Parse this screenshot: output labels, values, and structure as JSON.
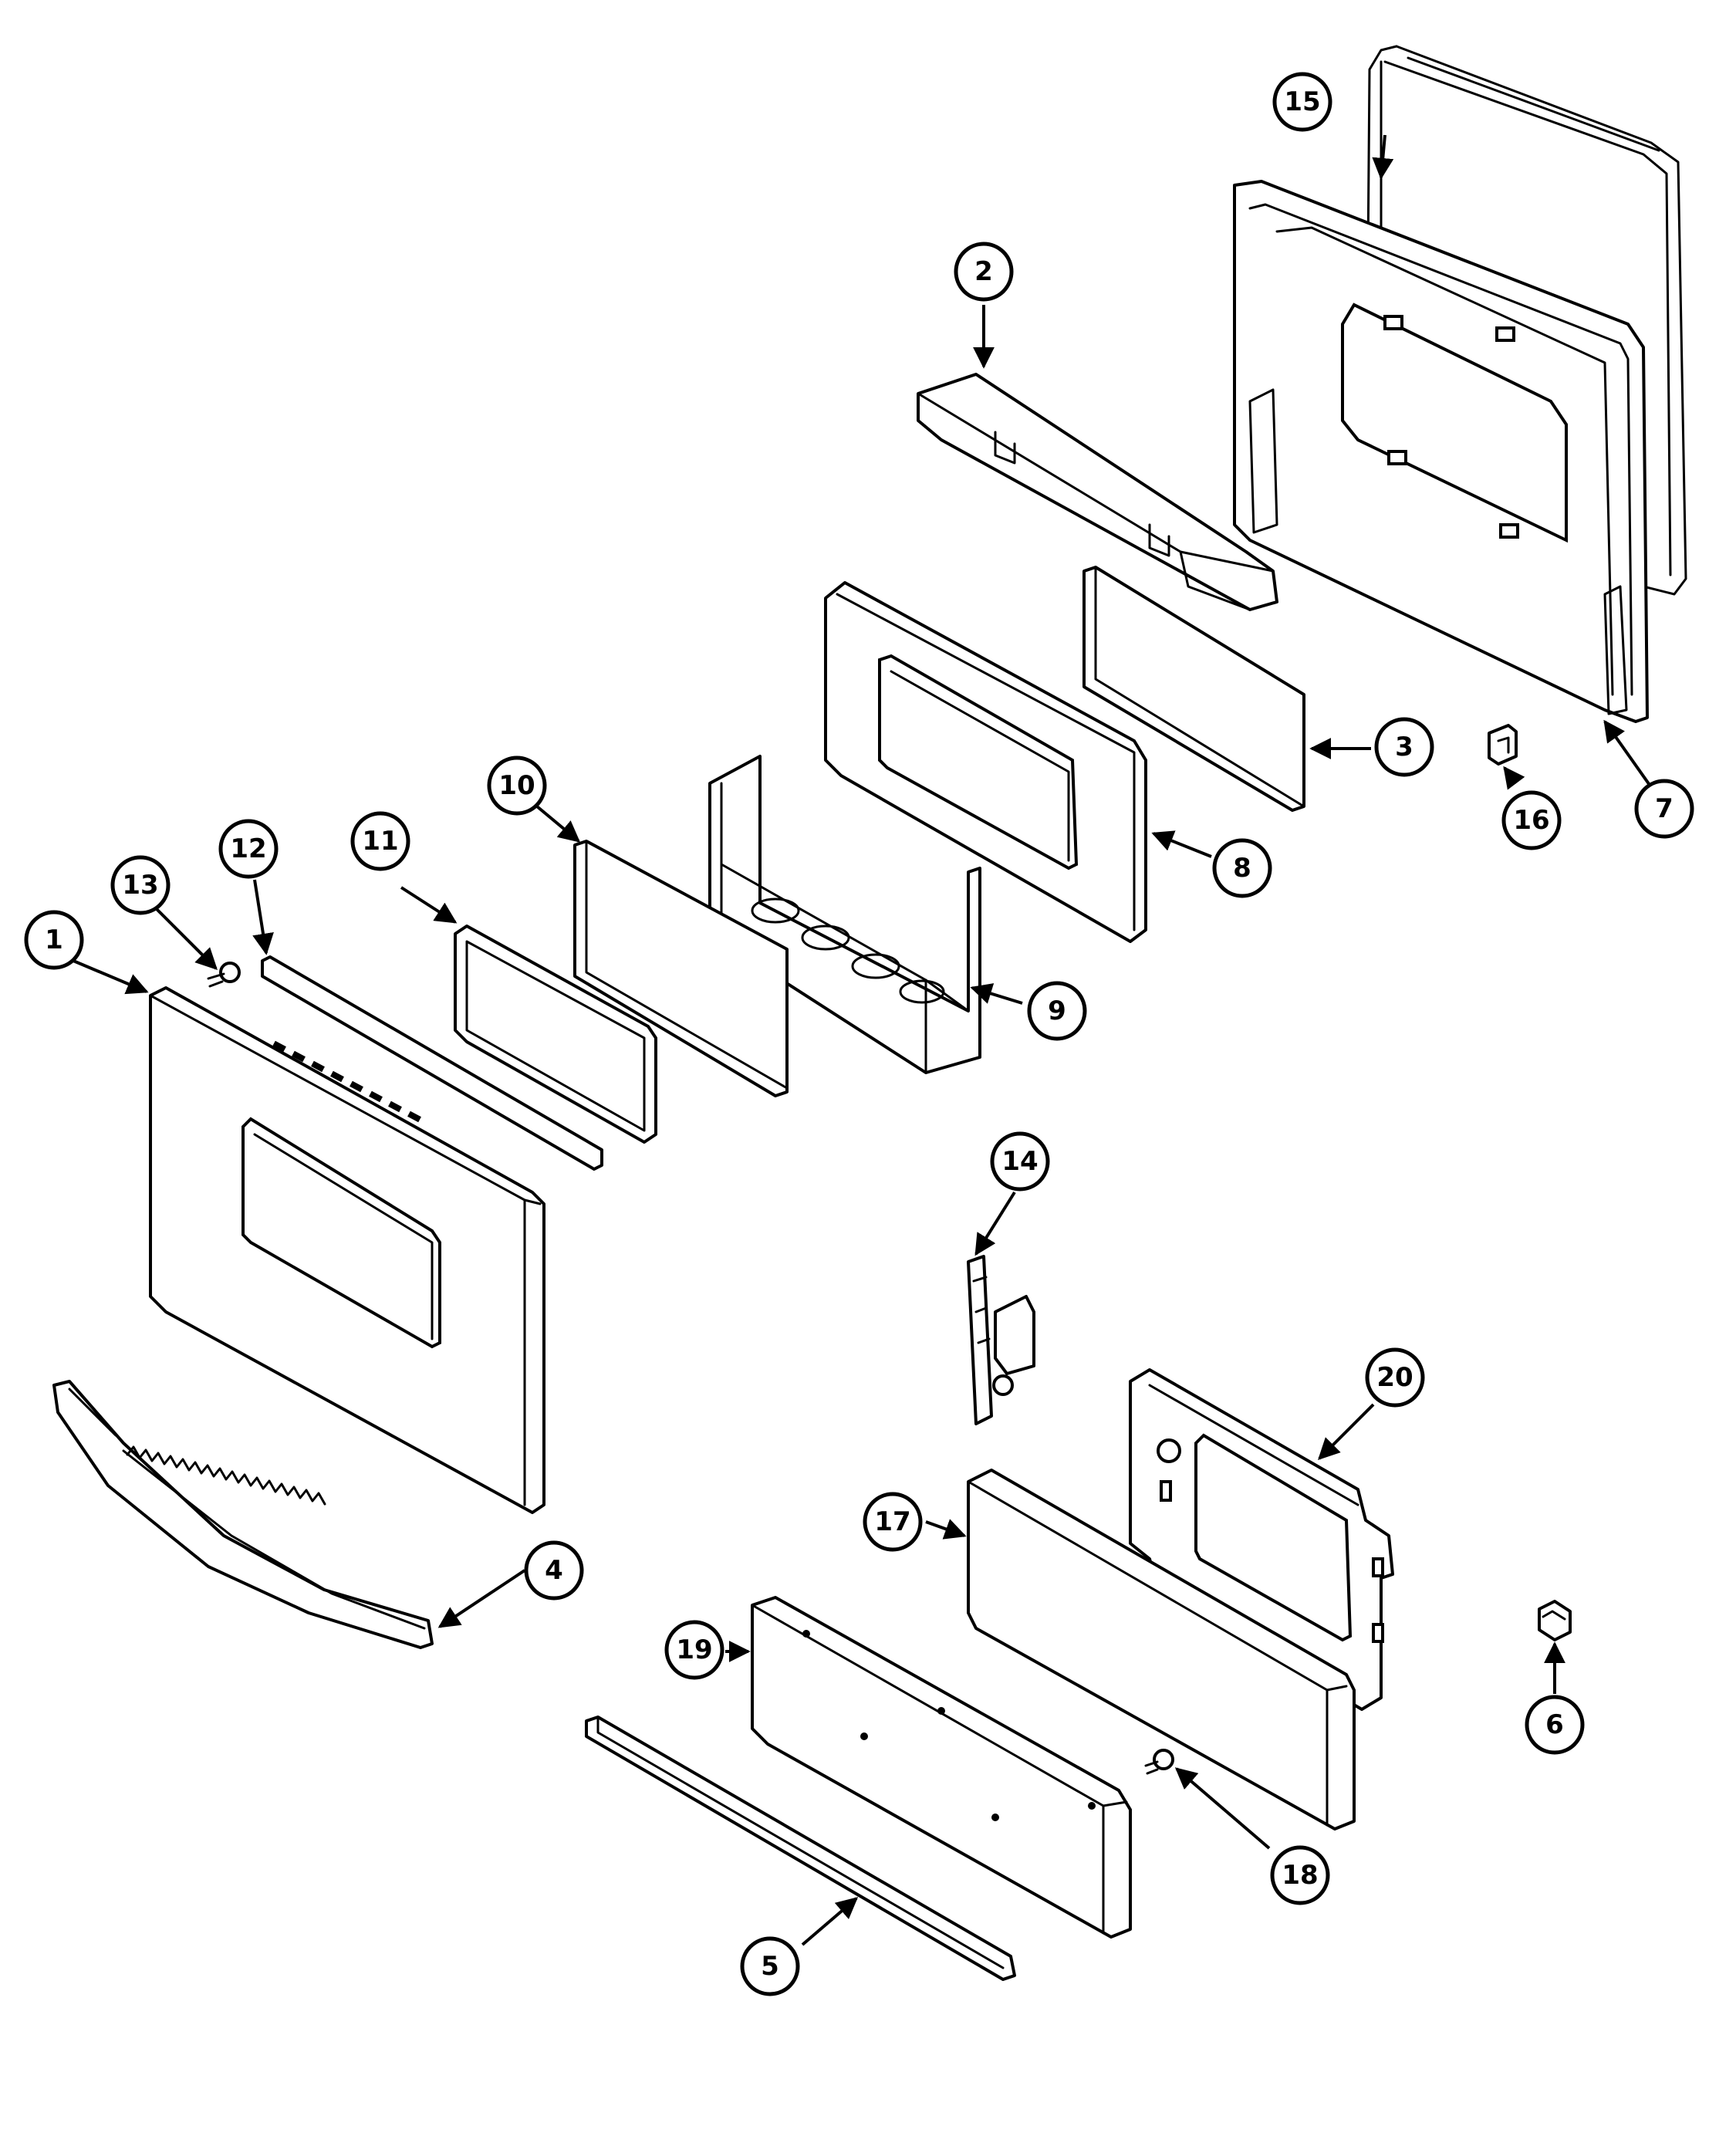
{
  "diagram": {
    "type": "exploded-parts-view",
    "callouts": [
      {
        "id": "c1",
        "label": "1"
      },
      {
        "id": "c2",
        "label": "2"
      },
      {
        "id": "c3",
        "label": "3"
      },
      {
        "id": "c4",
        "label": "4"
      },
      {
        "id": "c5",
        "label": "5"
      },
      {
        "id": "c6",
        "label": "6"
      },
      {
        "id": "c7",
        "label": "7"
      },
      {
        "id": "c8",
        "label": "8"
      },
      {
        "id": "c9",
        "label": "9"
      },
      {
        "id": "c10",
        "label": "10"
      },
      {
        "id": "c11",
        "label": "11"
      },
      {
        "id": "c12",
        "label": "12"
      },
      {
        "id": "c13",
        "label": "13"
      },
      {
        "id": "c14",
        "label": "14"
      },
      {
        "id": "c15",
        "label": "15"
      },
      {
        "id": "c16",
        "label": "16"
      },
      {
        "id": "c17",
        "label": "17"
      },
      {
        "id": "c18",
        "label": "18"
      },
      {
        "id": "c19",
        "label": "19"
      },
      {
        "id": "c20",
        "label": "20"
      }
    ]
  }
}
